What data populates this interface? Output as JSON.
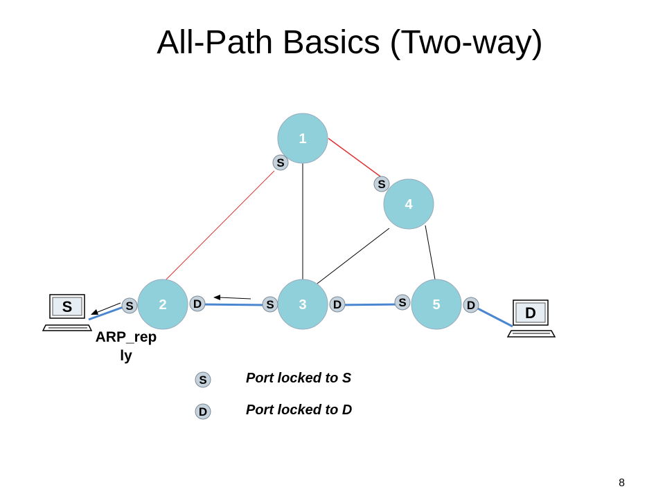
{
  "slide": {
    "title": "All-Path Basics (Two-way)",
    "page_number": "8"
  },
  "colors": {
    "node_fill": "#8fd0da",
    "port_fill": "#c5d2dc",
    "locked_path": "#e03030",
    "active_link": "#4a86d0",
    "plain_link": "#000000"
  },
  "nodes": [
    {
      "id": "1",
      "label": "1"
    },
    {
      "id": "2",
      "label": "2"
    },
    {
      "id": "3",
      "label": "3"
    },
    {
      "id": "4",
      "label": "4"
    },
    {
      "id": "5",
      "label": "5"
    }
  ],
  "ports": {
    "node1_to_2": "S",
    "node4_to_1": "S",
    "node2_to_host": "S",
    "node2_to_3": "D",
    "node3_to_2": "S",
    "node3_to_5": "D",
    "node5_to_3": "S",
    "node5_to_host": "D"
  },
  "hosts": {
    "source": {
      "label": "S",
      "icon": "computer-icon"
    },
    "destination": {
      "label": "D",
      "icon": "computer-icon"
    }
  },
  "message": {
    "label": "ARP_reply",
    "label_line1": "ARP_rep",
    "label_line2": "ly"
  },
  "legend": [
    {
      "symbol": "S",
      "text": "Port locked to S"
    },
    {
      "symbol": "D",
      "text": "Port locked to D"
    }
  ]
}
